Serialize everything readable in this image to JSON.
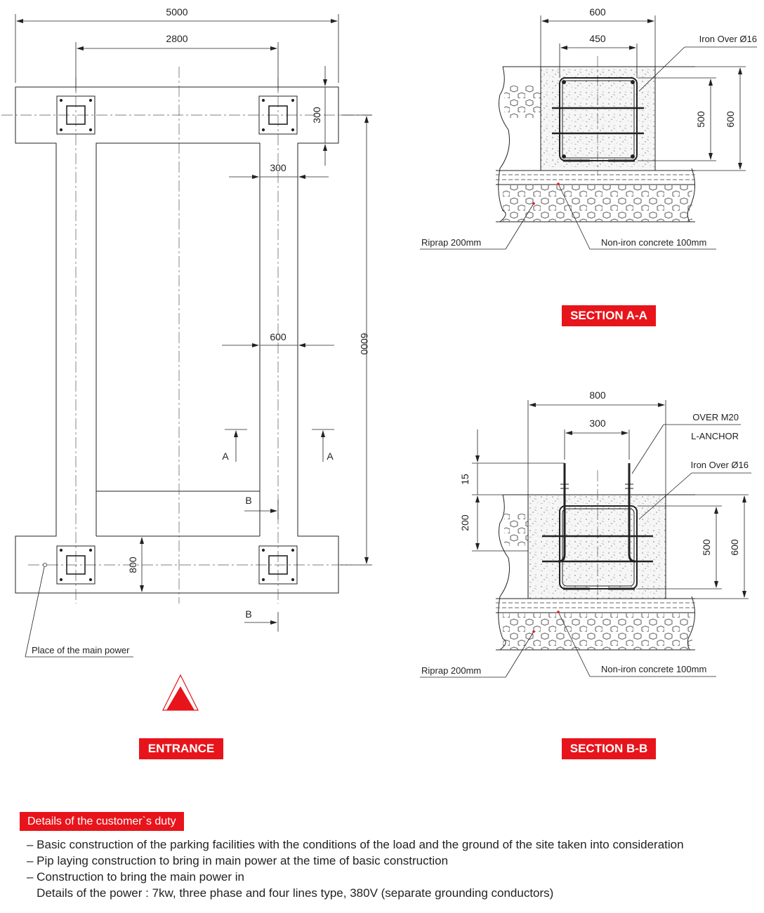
{
  "plan": {
    "dim_5000": "5000",
    "dim_2800": "2800",
    "dim_300_v": "300",
    "dim_300_h": "300",
    "dim_600": "600",
    "dim_6000": "6000",
    "dim_800": "800",
    "mark_a": "A",
    "mark_b": "B",
    "power_label": "Place of the main power",
    "entrance": "ENTRANCE"
  },
  "section_aa": {
    "title": "SECTION A-A",
    "dim_600_top": "600",
    "dim_450": "450",
    "dim_500": "500",
    "dim_600_side": "600",
    "iron": "Iron Over Ø16",
    "riprap": "Riprap 200mm",
    "concrete": "Non-iron concrete 100mm"
  },
  "section_bb": {
    "title": "SECTION B-B",
    "dim_800": "800",
    "dim_300": "300",
    "dim_15": "15",
    "dim_200": "200",
    "dim_500": "500",
    "dim_600": "600",
    "anchor_1": "OVER M20",
    "anchor_2": "L-ANCHOR",
    "iron": "Iron Over Ø16",
    "riprap": "Riprap 200mm",
    "concrete": "Non-iron concrete 100mm"
  },
  "duty": {
    "title": "Details of the customer`s duty",
    "items": [
      "– Basic construction of the parking facilities with the conditions of the load and the ground of the site taken into consideration",
      "– Pip laying construction to bring in main power at the time of basic construction",
      "– Construction to bring the main power in",
      "   Details of the power : 7kw, three phase and four lines type, 380V (separate grounding conductors)"
    ]
  },
  "colors": {
    "accent": "#e8141b",
    "line": "#222222"
  }
}
